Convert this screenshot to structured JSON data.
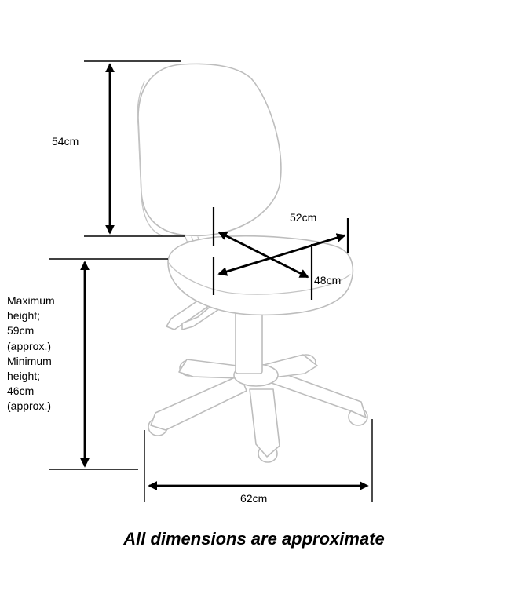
{
  "dimensions": {
    "backrest_height": "54cm",
    "seat_width": "52cm",
    "seat_depth": "48cm",
    "base_width": "62cm",
    "seat_height_lines": [
      "Maximum",
      "height;",
      "59cm",
      "(approx.)",
      "Minimum",
      "height;",
      "46cm",
      "(approx.)"
    ]
  },
  "footer": {
    "note": "All dimensions are approximate"
  }
}
